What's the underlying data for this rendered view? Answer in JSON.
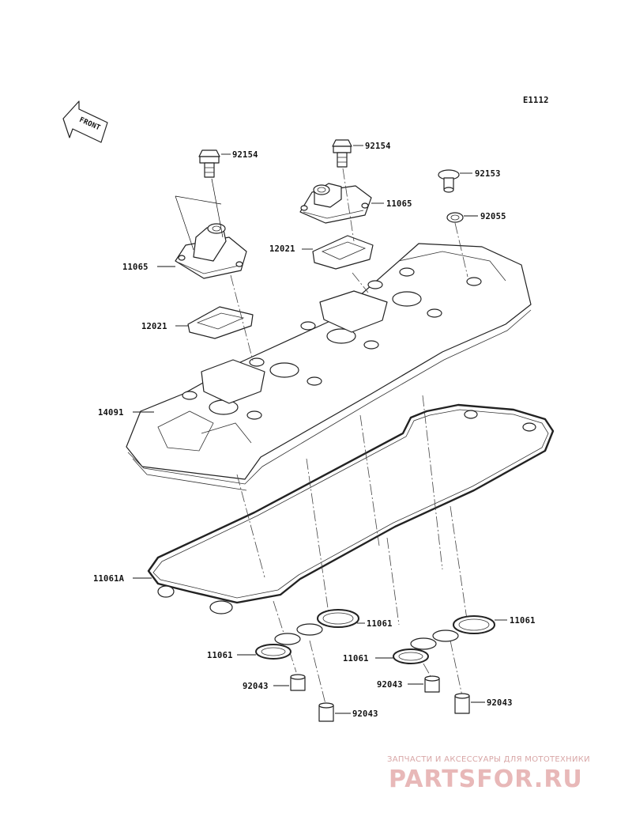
{
  "diagram_code": "E1112",
  "front_label": "FRONT",
  "labels": {
    "bolt_left": "92154",
    "bolt_right": "92154",
    "bolt_small": "92153",
    "grommet": "92055",
    "breather_right": "11065",
    "breather_left": "11065",
    "plate_right": "12021",
    "plate_left": "12021",
    "cover": "14091",
    "gasket": "11061A",
    "seal_a": "11061",
    "seal_b": "11061",
    "seal_c": "11061",
    "seal_d": "11061",
    "dowel_a": "92043",
    "dowel_b": "92043",
    "dowel_c": "92043",
    "dowel_d": "92043"
  },
  "watermark": {
    "tagline": "ЗАПЧАСТИ И АКСЕССУАРЫ ДЛЯ МОТОТЕХНИКИ",
    "logo": "PARTSFOR.RU"
  }
}
